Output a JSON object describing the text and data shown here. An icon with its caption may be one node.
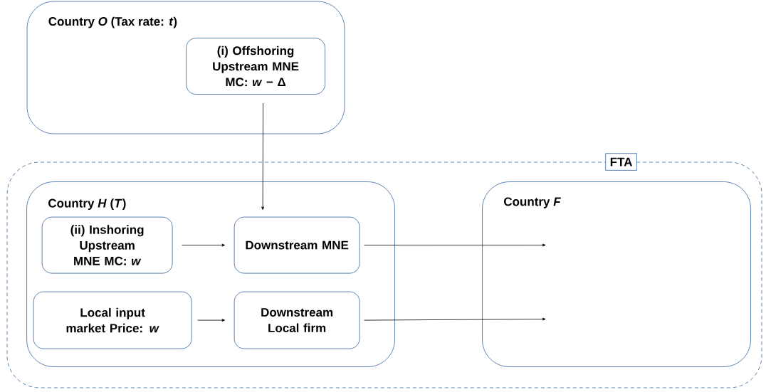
{
  "diagram": {
    "nodes": [
      {
        "text": [
          "Country *O* (Tax rate: *t*)"
        ]
      },
      {
        "text": [
          "(i) Offshoring Upstream MNE MC: *w* − Δ"
        ],
        "in": 0
      },
      {
        "text": [
          "FTA"
        ]
      },
      {
        "text": [
          "Country *H* (*T*)"
        ],
        "in": 2
      },
      {
        "text": [
          "(ii) Inshoring Upstream MNE MC: *w*"
        ],
        "in": 3
      },
      {
        "text": [
          "Downstream MNE"
        ],
        "in": 3
      },
      {
        "text": [
          "Local input market Price: *w*"
        ],
        "in": 3
      },
      {
        "text": [
          "Downstream Local firm"
        ],
        "in": 3
      },
      {
        "text": [
          "Country *F*"
        ],
        "in": 2
      }
    ],
    "edges": [
      {
        "from": 1,
        "to": 5,
        "arrow": "to"
      },
      {
        "from": 4,
        "to": 5,
        "arrow": "to"
      },
      {
        "from": 6,
        "to": 7,
        "arrow": "to"
      },
      {
        "from": 5,
        "to": 8,
        "arrow": "to"
      },
      {
        "from": 7,
        "to": 8,
        "arrow": "to"
      }
    ]
  }
}
